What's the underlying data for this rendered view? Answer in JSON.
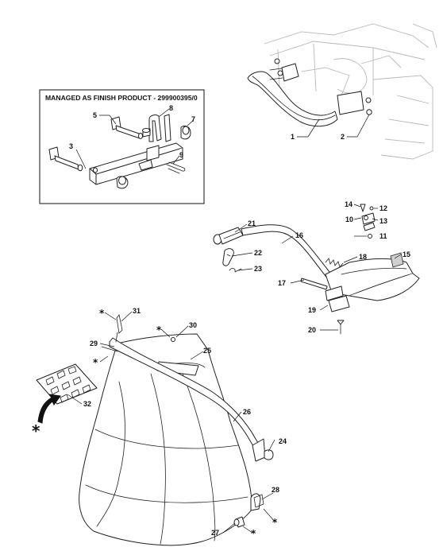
{
  "inset_box": {
    "title": "MANAGED AS FINISH PRODUCT - 299900395/0"
  },
  "callouts": [
    {
      "id": "c1",
      "label": "1"
    },
    {
      "id": "c2",
      "label": "2"
    },
    {
      "id": "c3",
      "label": "3"
    },
    {
      "id": "c5",
      "label": "5"
    },
    {
      "id": "c7",
      "label": "7"
    },
    {
      "id": "c8",
      "label": "8"
    },
    {
      "id": "c9",
      "label": "9"
    },
    {
      "id": "c10",
      "label": "10"
    },
    {
      "id": "c11",
      "label": "11"
    },
    {
      "id": "c12",
      "label": "12"
    },
    {
      "id": "c13",
      "label": "13"
    },
    {
      "id": "c14",
      "label": "14"
    },
    {
      "id": "c15",
      "label": "15"
    },
    {
      "id": "c16",
      "label": "16"
    },
    {
      "id": "c17",
      "label": "17"
    },
    {
      "id": "c18",
      "label": "18"
    },
    {
      "id": "c19",
      "label": "19"
    },
    {
      "id": "c20",
      "label": "20"
    },
    {
      "id": "c21",
      "label": "21"
    },
    {
      "id": "c22",
      "label": "22"
    },
    {
      "id": "c23",
      "label": "23"
    },
    {
      "id": "c24",
      "label": "24"
    },
    {
      "id": "c25",
      "label": "25"
    },
    {
      "id": "c26",
      "label": "26"
    },
    {
      "id": "c27",
      "label": "27"
    },
    {
      "id": "c28",
      "label": "28"
    },
    {
      "id": "c29",
      "label": "29"
    },
    {
      "id": "c30",
      "label": "30"
    },
    {
      "id": "c31",
      "label": "31"
    },
    {
      "id": "c32",
      "label": "32"
    }
  ],
  "asterisk": "*"
}
